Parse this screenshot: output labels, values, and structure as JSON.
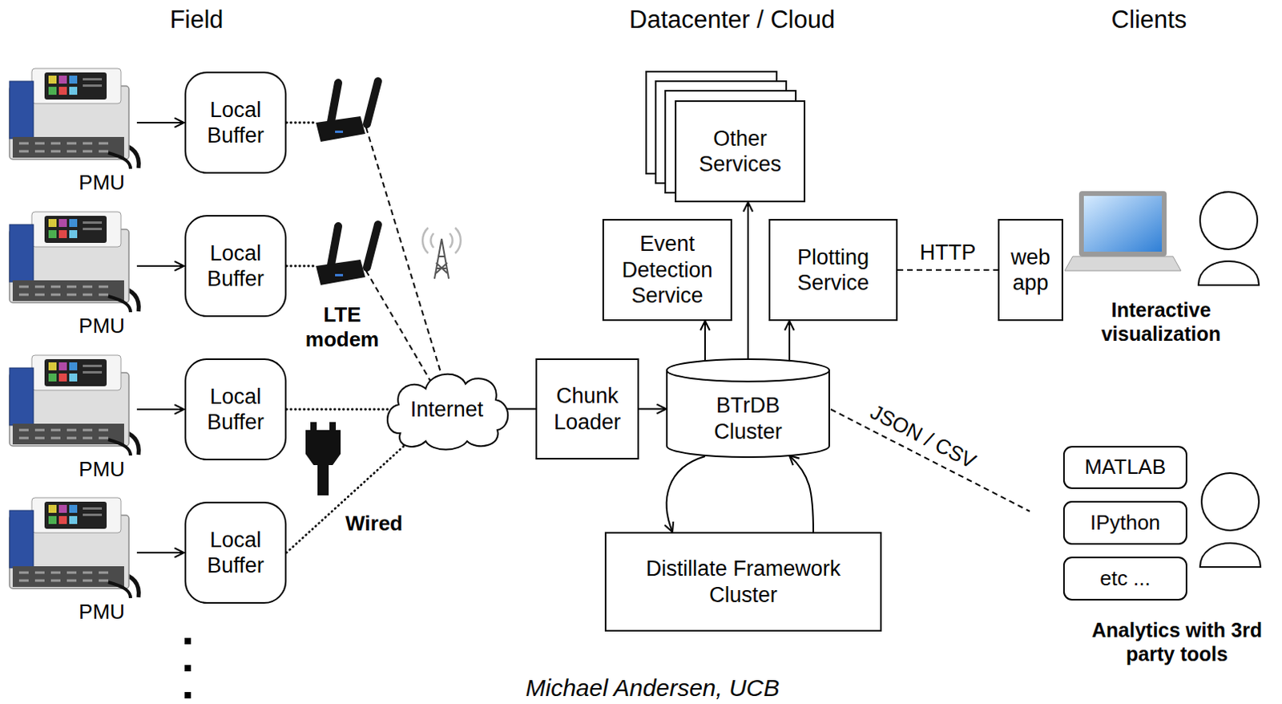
{
  "diagram": {
    "nodes": [
      {
        "text": [
          "Local Buffer"
        ]
      },
      {
        "text": [
          "Local Buffer"
        ]
      },
      {
        "text": [
          "Local Buffer"
        ]
      },
      {
        "text": [
          "Local Buffer"
        ]
      },
      {
        "text": [
          "Internet"
        ]
      },
      {
        "text": [
          "Chunk Loader"
        ]
      },
      {
        "text": [
          "Other Services"
        ]
      },
      {
        "text": [
          "Event Detection Service"
        ]
      },
      {
        "text": [
          "Plotting Service"
        ]
      },
      {
        "text": [
          "BTrDB Cluster"
        ]
      },
      {
        "text": [
          "Distillate Framework Cluster"
        ]
      },
      {
        "text": [
          "web app"
        ]
      },
      {
        "text": [
          "MATLAB"
        ]
      },
      {
        "text": [
          "IPython"
        ]
      },
      {
        "text": [
          "etc ..."
        ]
      }
    ],
    "edges": [
      {
        "from": 0,
        "to": 4,
        "arrow": "none"
      },
      {
        "from": 1,
        "to": 4,
        "arrow": "none"
      },
      {
        "from": 2,
        "to": 4,
        "arrow": "none"
      },
      {
        "from": 3,
        "to": 4,
        "arrow": "none"
      },
      {
        "from": 4,
        "to": 5,
        "arrow": "none"
      },
      {
        "from": 5,
        "to": 9,
        "arrow": "to"
      },
      {
        "from": 9,
        "to": 7,
        "arrow": "to"
      },
      {
        "from": 9,
        "to": 6,
        "arrow": "to"
      },
      {
        "from": 9,
        "to": 8,
        "arrow": "to"
      },
      {
        "from": 8,
        "to": 11,
        "label": "HTTP",
        "arrow": "none"
      },
      {
        "from": 9,
        "to": 10,
        "arrow": "to"
      },
      {
        "from": 10,
        "to": 9,
        "arrow": "to"
      }
    ],
    "labels": [
      "Field",
      "Datacenter / Cloud",
      "Clients",
      "PMU",
      "PMU",
      "PMU",
      "PMU",
      "LTE modem",
      "Wired",
      "Interactive visualization",
      "JSON / CSV",
      "Analytics with 3rd party tools",
      "Michael Andersen, UCB"
    ]
  }
}
